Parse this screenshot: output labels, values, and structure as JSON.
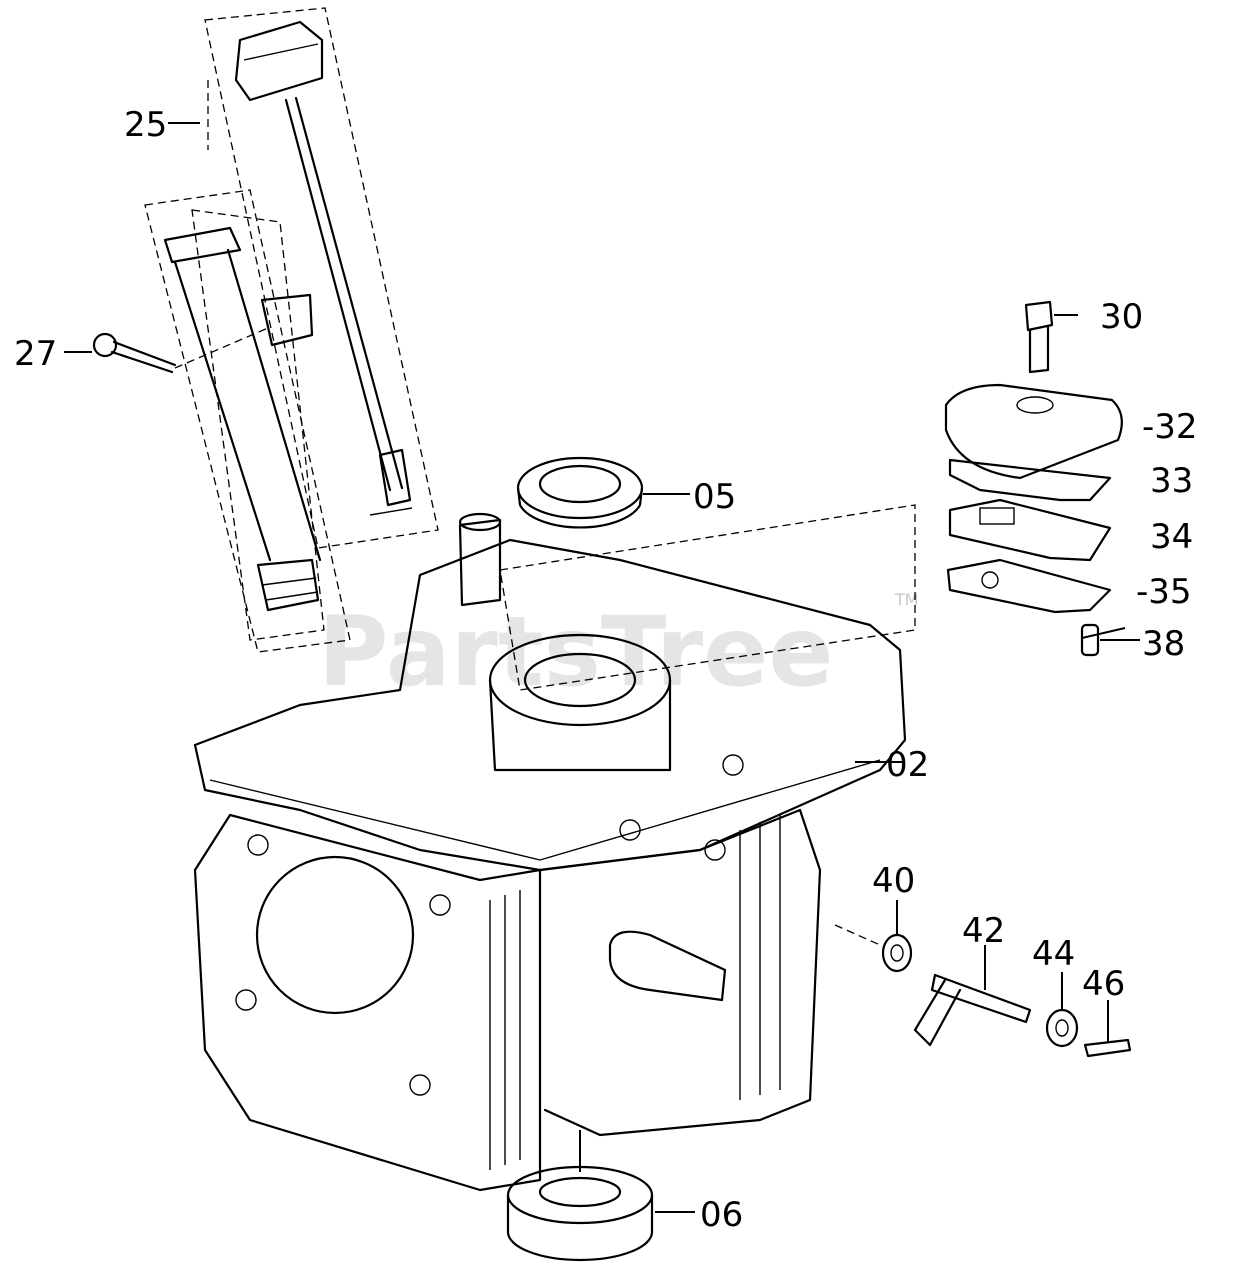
{
  "watermark": {
    "text": "PartsTree",
    "mark": "TM"
  },
  "callouts": [
    {
      "id": "25",
      "label": "25"
    },
    {
      "id": "27",
      "label": "27"
    },
    {
      "id": "05",
      "label": "05"
    },
    {
      "id": "30",
      "label": "30"
    },
    {
      "id": "32",
      "label": "-32"
    },
    {
      "id": "33",
      "label": "33"
    },
    {
      "id": "34",
      "label": "34"
    },
    {
      "id": "35",
      "label": "-35"
    },
    {
      "id": "38",
      "label": "38"
    },
    {
      "id": "02",
      "label": "02"
    },
    {
      "id": "40",
      "label": "40"
    },
    {
      "id": "42",
      "label": "42"
    },
    {
      "id": "44",
      "label": "44"
    },
    {
      "id": "46",
      "label": "46"
    },
    {
      "id": "06",
      "label": "06"
    }
  ]
}
